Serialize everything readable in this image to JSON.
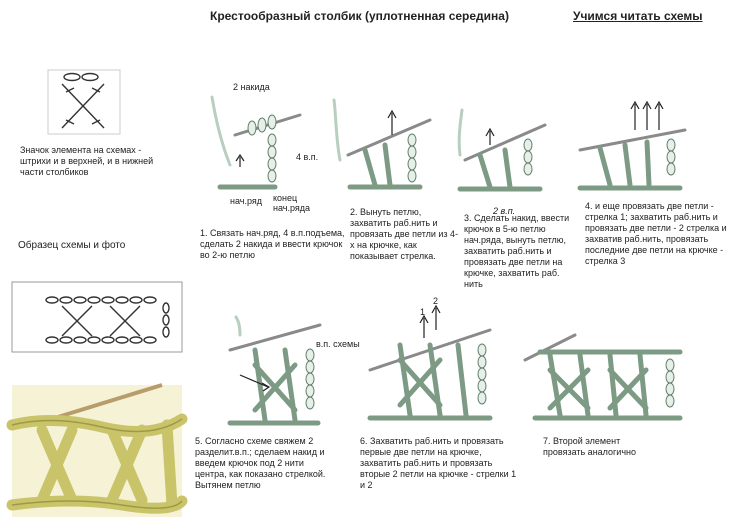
{
  "header": {
    "title": "Крестообразный столбик (уплотненная середина)",
    "link": "Учимся читать схемы"
  },
  "left": {
    "symbol_caption": "Значок элемента на схемах - штрихи и в верхней, и в нижней части столбиков",
    "sample_label": "Образец схемы и фото"
  },
  "labels": {
    "two_yarnovers": "2 накида",
    "four_ch": "4 в.п.",
    "start_row": "нач.ряд",
    "end_start_row": "конец нач.ряда",
    "ch_scheme": "в.п. схемы",
    "arrow1": "1",
    "arrow2": "2",
    "hand_note": "2 в.п."
  },
  "steps": [
    {
      "text": "1. Связать нач.ряд, 4 в.п.подъема, сделать 2 накида и ввести крючок во 2-ю петлю"
    },
    {
      "text": "2. Вынуть петлю, захватить раб.нить и провязать две петли из 4-х на крючке, как показывает стрелка."
    },
    {
      "text": "3. Сделать накид, ввести крючок в 5-ю петлю нач.ряда, вынуть петлю, захватить раб.нить и провязать две петли на крючке, захватить раб. нить"
    },
    {
      "text": "4. и еще провязать две петли - стрелка 1; захватить раб.нить и провязать две петли - 2 стрелка и захватив раб.нить, провязать последние две петли на крючке - стрелка 3"
    },
    {
      "text": "5. Согласно схеме свяжем 2 разделит.в.п.; сделаем накид и введем крючок под 2 нити центра, как показано стрелкой. Вытянем петлю"
    },
    {
      "text": "6. Захватить раб.нить и провязать первые две петли на крючке, захватить раб.нить и провязать вторые 2 петли на крючке - стрелки 1 и 2"
    },
    {
      "text": "7. Второй элемент провязать аналогично"
    }
  ],
  "colors": {
    "yarn": "#7c9a84",
    "yarn_light": "#b8cfbf",
    "photo_yarn": "#c9c46a",
    "hook": "#8a8a8a"
  }
}
